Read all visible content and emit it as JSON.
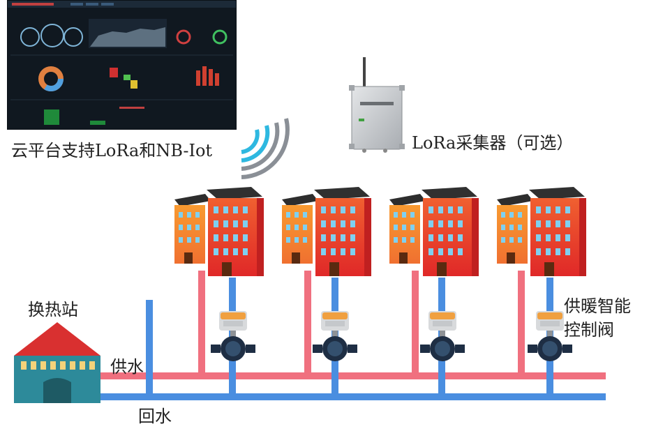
{
  "labels": {
    "cloud_platform": "云平台支持LoRa和NB-Iot",
    "lora_collector": "LoRa采集器（可选）",
    "heat_station": "换热站",
    "supply_water": "供水",
    "return_water": "回水",
    "valve_line1": "供暖智能",
    "valve_line2": "控制阀"
  },
  "colors": {
    "supply_pipe": "#f0707f",
    "return_pipe": "#4a8ee0",
    "building_front": "#ee4a2a",
    "building_roof": "#333333",
    "station_roof": "#d93030",
    "station_body": "#2d8a9a",
    "signal_arc_blue": "#2eb8e0",
    "signal_arc_gray": "#8a8f96",
    "watermark": "#e8e8e8"
  },
  "icons": {
    "dashboard": "cloud-dashboard-screenshot",
    "wireless": "wireless-signal-icon",
    "collector": "lora-collector-box-icon",
    "building": "apartment-building-icon",
    "valve": "smart-valve-icon",
    "station": "heat-exchange-station-icon"
  }
}
